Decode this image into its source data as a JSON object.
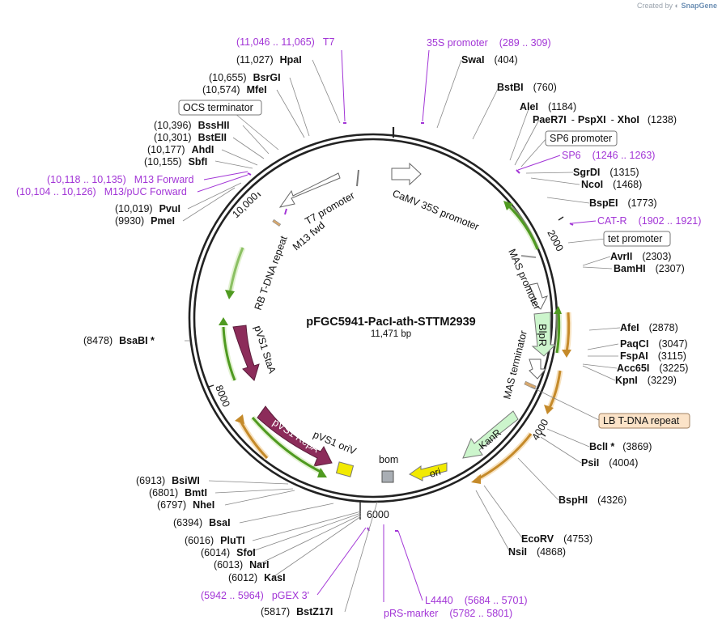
{
  "brand": {
    "created_by": "Created by",
    "name": "SnapGene"
  },
  "plasmid": {
    "name": "pFGC5941-PacI-ath-STTM2939",
    "size_label": "11,471 bp"
  },
  "enzymes": [
    {
      "name": "HpaI",
      "pos": "(11,027)"
    },
    {
      "name": "BsrGI",
      "pos": "(10,655)"
    },
    {
      "name": "MfeI",
      "pos": "(10,574)"
    },
    {
      "name": "BssHII",
      "pos": "(10,396)"
    },
    {
      "name": "BstEII",
      "pos": "(10,301)"
    },
    {
      "name": "AhdI",
      "pos": "(10,177)"
    },
    {
      "name": "SbfI",
      "pos": "(10,155)"
    },
    {
      "name": "PvuI",
      "pos": "(10,019)"
    },
    {
      "name": "PmeI",
      "pos": "(9930)"
    },
    {
      "name": "BsaBI *",
      "pos": "(8478)"
    },
    {
      "name": "BsiWI",
      "pos": "(6913)"
    },
    {
      "name": "BmtI",
      "pos": "(6801)"
    },
    {
      "name": "NheI",
      "pos": "(6797)"
    },
    {
      "name": "BsaI",
      "pos": "(6394)"
    },
    {
      "name": "PluTI",
      "pos": "(6016)"
    },
    {
      "name": "SfoI",
      "pos": "(6014)"
    },
    {
      "name": "NarI",
      "pos": "(6013)"
    },
    {
      "name": "KasI",
      "pos": "(6012)"
    },
    {
      "name": "BstZ17I",
      "pos": "(5817)"
    },
    {
      "name": "SwaI",
      "pos": "(404)"
    },
    {
      "name": "BstBI",
      "pos": "(760)"
    },
    {
      "name": "AleI",
      "pos": "(1184)"
    },
    {
      "name": "PaeR7I",
      "pos": ""
    },
    {
      "name": "PspXI",
      "pos": ""
    },
    {
      "name": "XhoI",
      "pos": "(1238)"
    },
    {
      "name": "SgrDI",
      "pos": "(1315)"
    },
    {
      "name": "NcoI",
      "pos": "(1468)"
    },
    {
      "name": "BspEI",
      "pos": "(1773)"
    },
    {
      "name": "AvrII",
      "pos": "(2303)"
    },
    {
      "name": "BamHI",
      "pos": "(2307)"
    },
    {
      "name": "AfeI",
      "pos": "(2878)"
    },
    {
      "name": "PaqCI",
      "pos": "(3047)"
    },
    {
      "name": "FspAI",
      "pos": "(3115)"
    },
    {
      "name": "Acc65I",
      "pos": "(3225)"
    },
    {
      "name": "KpnI",
      "pos": "(3229)"
    },
    {
      "name": "BclI *",
      "pos": "(3869)"
    },
    {
      "name": "PsiI",
      "pos": "(4004)"
    },
    {
      "name": "BspHI",
      "pos": "(4326)"
    },
    {
      "name": "EcoRV",
      "pos": "(4753)"
    },
    {
      "name": "NsiI",
      "pos": "(4868)"
    }
  ],
  "primers": [
    {
      "name": "T7",
      "range": "(11,046 .. 11,065)"
    },
    {
      "name": "35S promoter",
      "range": "(289 .. 309)"
    },
    {
      "name": "SP6",
      "range": "(1246 .. 1263)"
    },
    {
      "name": "CAT-R",
      "range": "(1902 .. 1921)"
    },
    {
      "name": "M13 Forward",
      "range": "(10,118 .. 10,135)"
    },
    {
      "name": "M13/pUC Forward",
      "range": "(10,104 .. 10,126)"
    },
    {
      "name": "pGEX 3'",
      "range": "(5942 .. 5964)"
    },
    {
      "name": "L4440",
      "range": "(5684 .. 5701)"
    },
    {
      "name": "pRS-marker",
      "range": "(5782 .. 5801)"
    }
  ],
  "boxed_features": [
    {
      "name": "OCS terminator"
    },
    {
      "name": "SP6 promoter"
    },
    {
      "name": "tet promoter"
    },
    {
      "name": "LB T-DNA repeat"
    }
  ],
  "inner_features": [
    {
      "name": "CaMV 35S promoter"
    },
    {
      "name": "T7 promoter"
    },
    {
      "name": "M13 fwd"
    },
    {
      "name": "RB T-DNA repeat"
    },
    {
      "name": "MAS promoter"
    },
    {
      "name": "BlpR"
    },
    {
      "name": "MAS terminator"
    },
    {
      "name": "KanR"
    },
    {
      "name": "ori"
    },
    {
      "name": "bom"
    },
    {
      "name": "pVS1 oriV"
    },
    {
      "name": "pVS1 RepA"
    },
    {
      "name": "pVS1 StaA"
    }
  ],
  "ticks": [
    "2000",
    "4000",
    "6000",
    "8000",
    "10,000"
  ],
  "colors": {
    "backbone": "#222222",
    "primer": "#a235d6",
    "ori": "#f2ea00",
    "kanr": "#ccf5cc",
    "blpr": "#ccf5cc",
    "pvs1": "#8c2c5a",
    "repeat": "#d7a86e",
    "bom": "#a9aeb4",
    "green_arrow": "#4f9a20",
    "orange_arrow": "#c58a2a",
    "lb_box": "#fbe3c8"
  }
}
